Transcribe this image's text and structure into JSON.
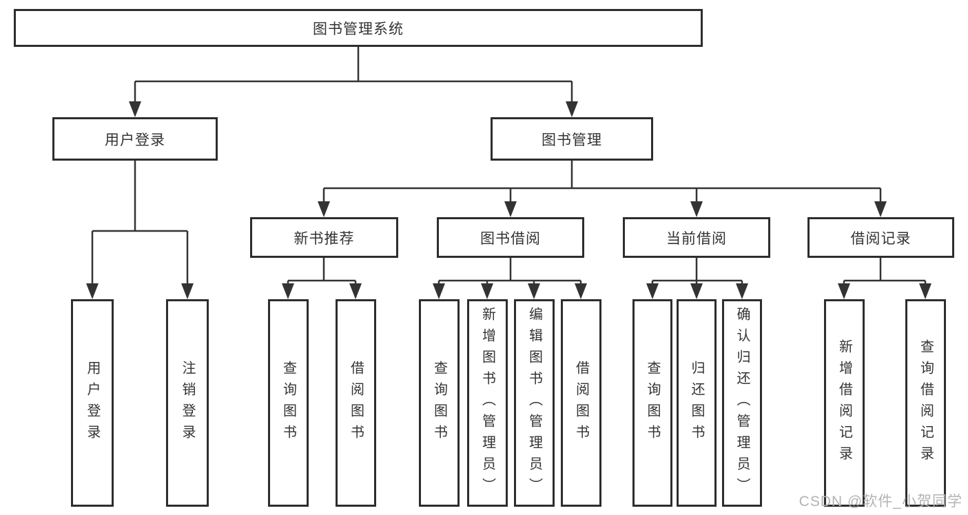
{
  "tree": {
    "label": "图书管理系统",
    "children": [
      {
        "label": "用户登录",
        "children": [
          {
            "label": "用户登录"
          },
          {
            "label": "注销登录"
          }
        ]
      },
      {
        "label": "图书管理",
        "children": [
          {
            "label": "新书推荐",
            "children": [
              {
                "label": "查询图书"
              },
              {
                "label": "借阅图书"
              }
            ]
          },
          {
            "label": "图书借阅",
            "children": [
              {
                "label": "查询图书"
              },
              {
                "label": "新增图书（管理员）"
              },
              {
                "label": "编辑图书（管理员）"
              },
              {
                "label": "借阅图书"
              }
            ]
          },
          {
            "label": "当前借阅",
            "children": [
              {
                "label": "查询图书"
              },
              {
                "label": "归还图书"
              },
              {
                "label": "确认归还（管理员）"
              }
            ]
          },
          {
            "label": "借阅记录",
            "children": [
              {
                "label": "新增借阅记录"
              },
              {
                "label": "查询借阅记录"
              }
            ]
          }
        ]
      }
    ]
  },
  "watermark": {
    "text": "CSDN @软件_小贺同学"
  },
  "colors": {
    "line": "#333333",
    "box_border": "#2d2d2d",
    "background": "#ffffff",
    "watermark_text": "#b3b3b3"
  }
}
